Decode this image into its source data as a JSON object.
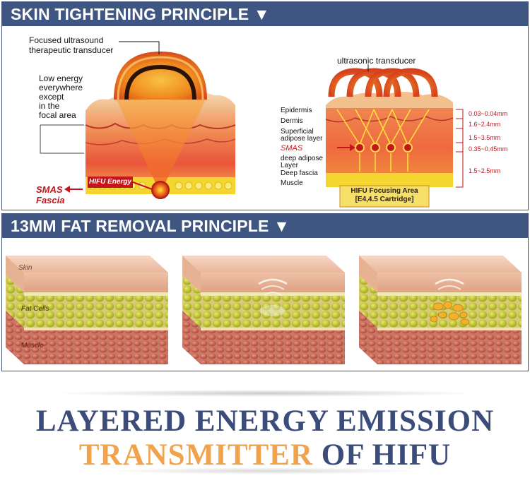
{
  "section1": {
    "title": "SKIN TIGHTENING PRINCIPLE ▼",
    "left": {
      "transducer_label_1": "Focused ultrasound",
      "transducer_label_2": "therapeutic transducer",
      "low_energy_1": "Low energy",
      "low_energy_2": "everywhere",
      "low_energy_3": "except",
      "low_energy_4": "in the",
      "low_energy_5": "focal area",
      "smas": "SMAS",
      "fascia": "Fascia",
      "hifu_energy": "HIFU Energy"
    },
    "right": {
      "transducer_label": "ultrasonic transducer",
      "layers": [
        "Epidermis",
        "Dermis",
        "Superficial",
        "adipose layer",
        "SMAS",
        "deep adipose",
        "Layer",
        "Deep fascia",
        "Muscle"
      ],
      "depths": [
        "0.03~0.04mm",
        "1.6~2.4mm",
        "1.5~3.5mm",
        "0.35~0.45mm",
        "1.5~2.5mm"
      ],
      "focus_1": "HIFU Focusing Area",
      "focus_2": "[E4,4.5 Cartridge]"
    }
  },
  "section2": {
    "title": "13MM FAT REMOVAL PRINCIPLE ▼",
    "labels": {
      "skin": "Skin",
      "fat": "Fat Cells",
      "muscle": "Muscle"
    }
  },
  "footer": {
    "line1": "LAYERED ENERGY EMISSION",
    "line2_a": "TRANSMITTER",
    "line2_b": " OF HIFU"
  },
  "colors": {
    "header_bar": "#3f5682",
    "title_blue": "#3b4c7a",
    "title_orange": "#f0a24c",
    "accent_red": "#c4151c"
  }
}
